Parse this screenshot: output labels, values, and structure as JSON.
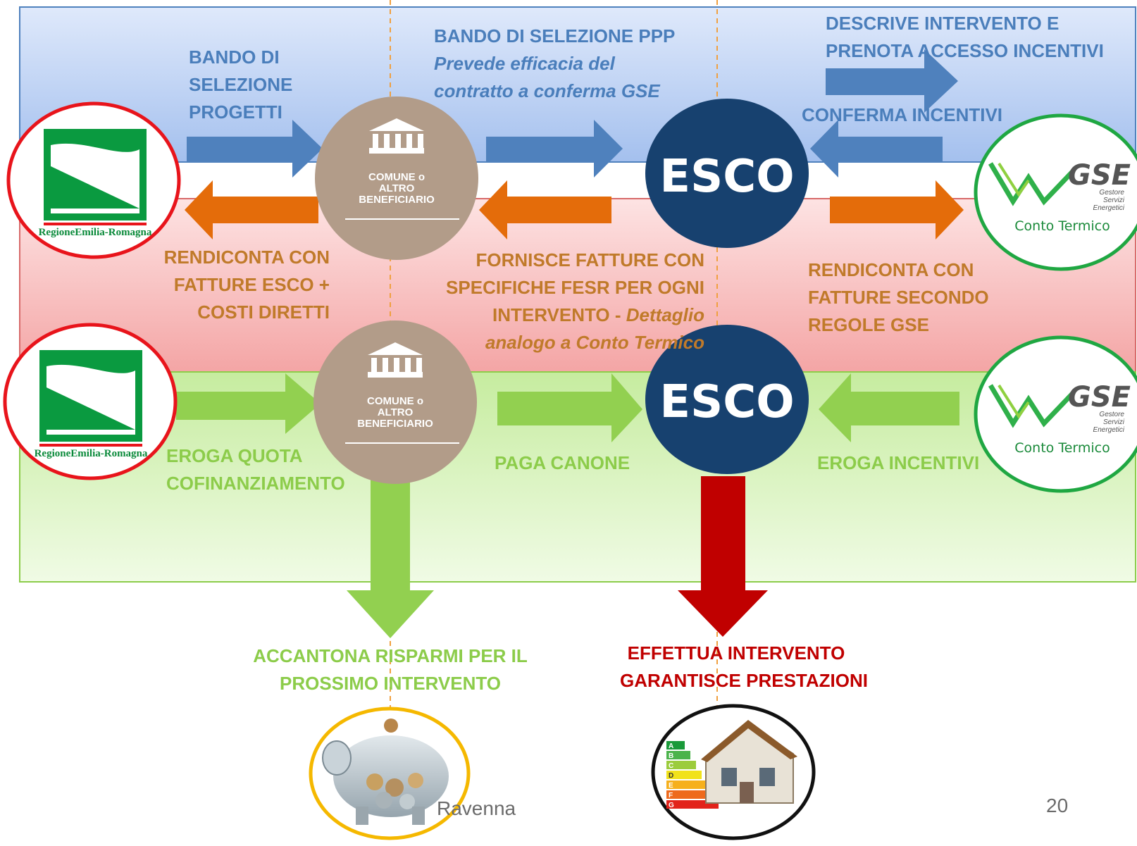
{
  "top_row": {
    "bando_progetti": [
      "BANDO DI",
      "SELEZIONE",
      "PROGETTI"
    ],
    "bando_ppp_title": "BANDO DI SELEZIONE PPP",
    "bando_ppp_sub": [
      "Prevede efficacia del",
      "contratto a conferma GSE"
    ],
    "descrive": [
      "DESCRIVE INTERVENTO E",
      "PRENOTA ACCESSO INCENTIVI"
    ],
    "conferma": "CONFERMA INCENTIVI"
  },
  "middle_row": {
    "rendiconta_esco": [
      "RENDICONTA CON",
      "FATTURE ESCO +",
      "COSTI DIRETTI"
    ],
    "fornisce": [
      "FORNISCE FATTURE CON",
      "SPECIFICHE FESR PER OGNI"
    ],
    "fornisce_l3_plain": "INTERVENTO - ",
    "fornisce_l3_italic": "Dettaglio",
    "fornisce_l4": "analogo a Conto Termico",
    "rendiconta_gse": [
      "RENDICONTA CON",
      "FATTURE SECONDO",
      "REGOLE GSE"
    ]
  },
  "bottom_row": {
    "eroga_quota": [
      "EROGA QUOTA",
      "COFINANZIAMENTO"
    ],
    "paga_canone": "PAGA CANONE",
    "eroga_incentivi": "EROGA INCENTIVI"
  },
  "outcomes": {
    "accantona": [
      "ACCANTONA RISPARMI PER IL",
      "PROSSIMO INTERVENTO"
    ],
    "effettua": [
      "EFFETTUA INTERVENTO",
      "GARANTISCE PRESTAZIONI"
    ]
  },
  "nodes": {
    "comune_label": [
      "COMUNE o",
      "ALTRO",
      "BENEFICIARIO"
    ],
    "esco_label": "ESCO",
    "regione_label": "RegioneEmilia-Romagna",
    "gse_label": "GSE",
    "gse_sub": [
      "Gestore",
      "Servizi",
      "Energetici"
    ],
    "conto_termico": "Conto Termico",
    "energy_classes": [
      "A",
      "B",
      "C",
      "D",
      "E",
      "F",
      "G"
    ]
  },
  "footer": {
    "location": "Ravenna",
    "page_number": "20"
  },
  "colors": {
    "band_blue": "#a9c4ef",
    "band_red": "#f1a9a9",
    "band_green": "#cdeeb0",
    "arrow_blue": "#4f81bd",
    "arrow_orange": "#e46c0a",
    "arrow_green": "#92d050",
    "arrow_red": "#c00000",
    "esco_circle": "#17416f",
    "comune_circle": "#b29c89",
    "regione_ring": "#e8141b",
    "gse_ring": "#1fa742"
  }
}
